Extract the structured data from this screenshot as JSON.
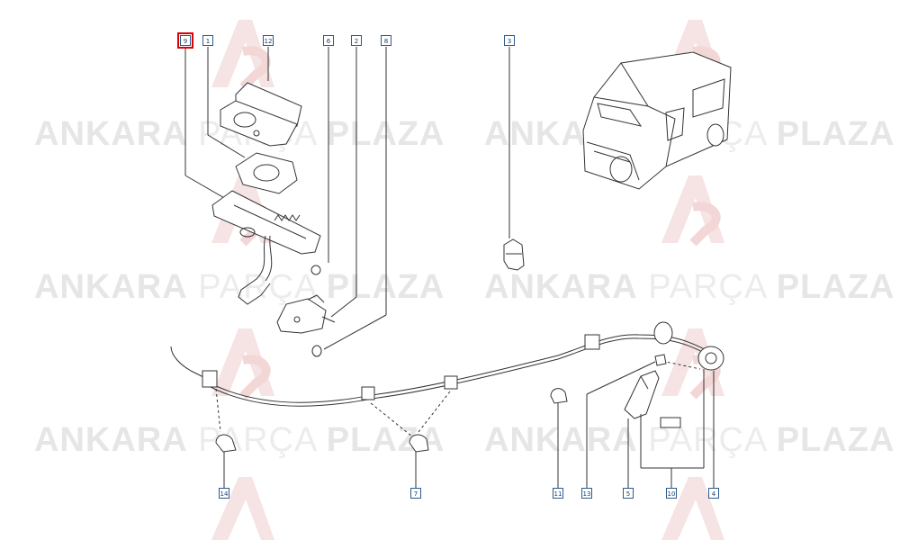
{
  "watermark": {
    "brand_a": "ANKARA",
    "brand_b": "PARÇA",
    "brand_c": "PLAZA"
  },
  "callouts": {
    "c9": "9",
    "c1": "1",
    "c12": "12",
    "c6": "6",
    "c2": "2",
    "c8": "8",
    "c3": "3",
    "c14": "14",
    "c7": "7",
    "c11": "11",
    "c13": "13",
    "c5": "5",
    "c10": "10",
    "c4": "4"
  },
  "colors": {
    "line": "#333333",
    "callout_border": "#2b5a8c",
    "highlight": "#e00000",
    "watermark": "#e6e6e6",
    "logo": "#f3d6d6"
  }
}
